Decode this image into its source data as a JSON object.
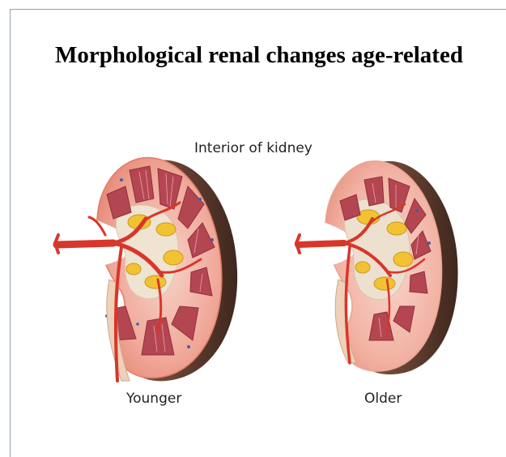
{
  "slide": {
    "title": "Morphological renal changes age-related"
  },
  "figure": {
    "interior_label": "Interior of kidney",
    "younger_label": "Younger",
    "older_label": "Older"
  },
  "colors": {
    "cortex_young": "#f3b9ad",
    "cortex_old": "#f6c3b6",
    "capsule_shade": "#5a3a2c",
    "pyramid": "#b44652",
    "pelvis_fat": "#f2c233",
    "artery": "#d8362a",
    "frame_rule": "#8fa2b4"
  }
}
